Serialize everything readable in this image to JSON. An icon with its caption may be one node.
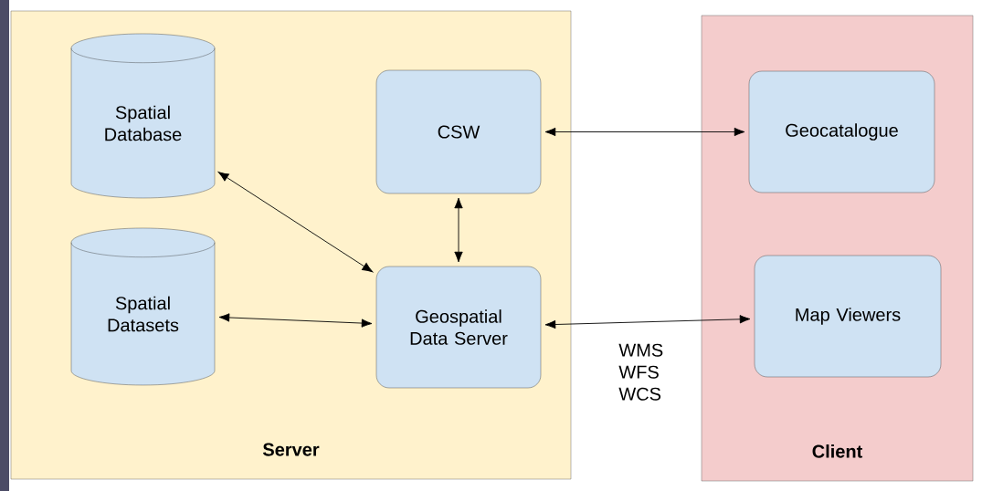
{
  "diagram": {
    "nodes": [
      {
        "text": [
          "Server"
        ]
      },
      {
        "text": [
          "Spatial Database"
        ],
        "in": 0
      },
      {
        "text": [
          "Spatial Datasets"
        ],
        "in": 0
      },
      {
        "text": [
          "CSW"
        ],
        "in": 0
      },
      {
        "text": [
          "Geospatial Data Server"
        ],
        "in": 0
      },
      {
        "text": [
          "Client"
        ]
      },
      {
        "text": [
          "Geocatalogue"
        ],
        "in": 5
      },
      {
        "text": [
          "Map Viewers"
        ],
        "in": 5
      }
    ],
    "edges": [
      {
        "from": 1,
        "to": 4,
        "arrow": "both"
      },
      {
        "from": 2,
        "to": 4,
        "arrow": "both"
      },
      {
        "from": 3,
        "to": 4,
        "arrow": "both"
      },
      {
        "from": 3,
        "to": 6,
        "arrow": "both"
      },
      {
        "from": 4,
        "to": 7,
        "arrow": "both",
        "label": "WMS WFS WCS"
      }
    ]
  }
}
